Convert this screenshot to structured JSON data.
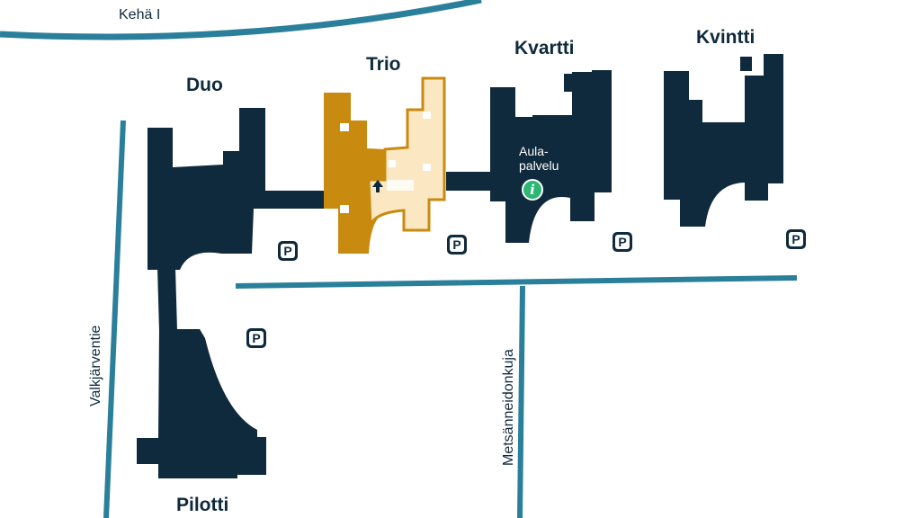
{
  "colors": {
    "building": "#0f2a3c",
    "trio_dark": "#c98a10",
    "trio_light": "#fbe8c2",
    "trio_outline": "#c98a10",
    "road": "#2a7f9a",
    "info": "#2bb673"
  },
  "roads": {
    "ring": "Kehä I",
    "west": "Valkjärventie",
    "south": "Metsänneidonkuja"
  },
  "buildings": {
    "duo": "Duo",
    "trio": "Trio",
    "kvartti": "Kvartti",
    "kvintti": "Kvintti",
    "pilotti": "Pilotti"
  },
  "services": {
    "aula_line1": "Aula-",
    "aula_line2": "palvelu",
    "info_icon": "info-icon",
    "info_glyph": "i",
    "entrance_icon": "arrow-up-icon"
  },
  "parking": {
    "label": "P",
    "icon": "parking-icon"
  }
}
